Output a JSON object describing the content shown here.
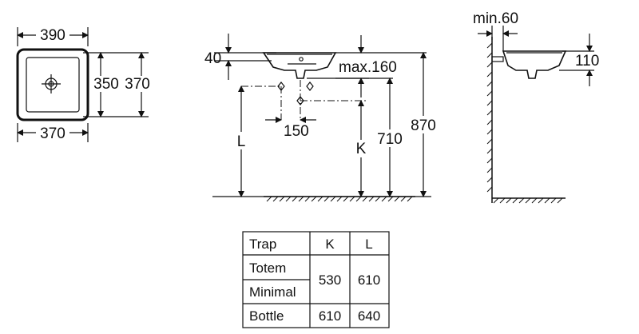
{
  "top_view": {
    "overall_width": "390",
    "bowl_depth": "350",
    "overall_depth": "370",
    "bowl_width": "370"
  },
  "front_view": {
    "rim_height": "40",
    "max_label": "max.160",
    "offset": "150",
    "trap_height_label_k": "K",
    "trap_height_label_l": "L",
    "height_710": "710",
    "height_870": "870"
  },
  "side_view": {
    "min_wall": "min.60",
    "basin_height": "110"
  },
  "trap_table": {
    "headers": [
      "Trap",
      "K",
      "L"
    ],
    "rows": [
      {
        "name": "Totem",
        "k": "530",
        "l": "610"
      },
      {
        "name": "Minimal",
        "k": "",
        "l": ""
      },
      {
        "name": "Bottle",
        "k": "610",
        "l": "640"
      }
    ],
    "merged_k": "530",
    "merged_l": "610"
  }
}
